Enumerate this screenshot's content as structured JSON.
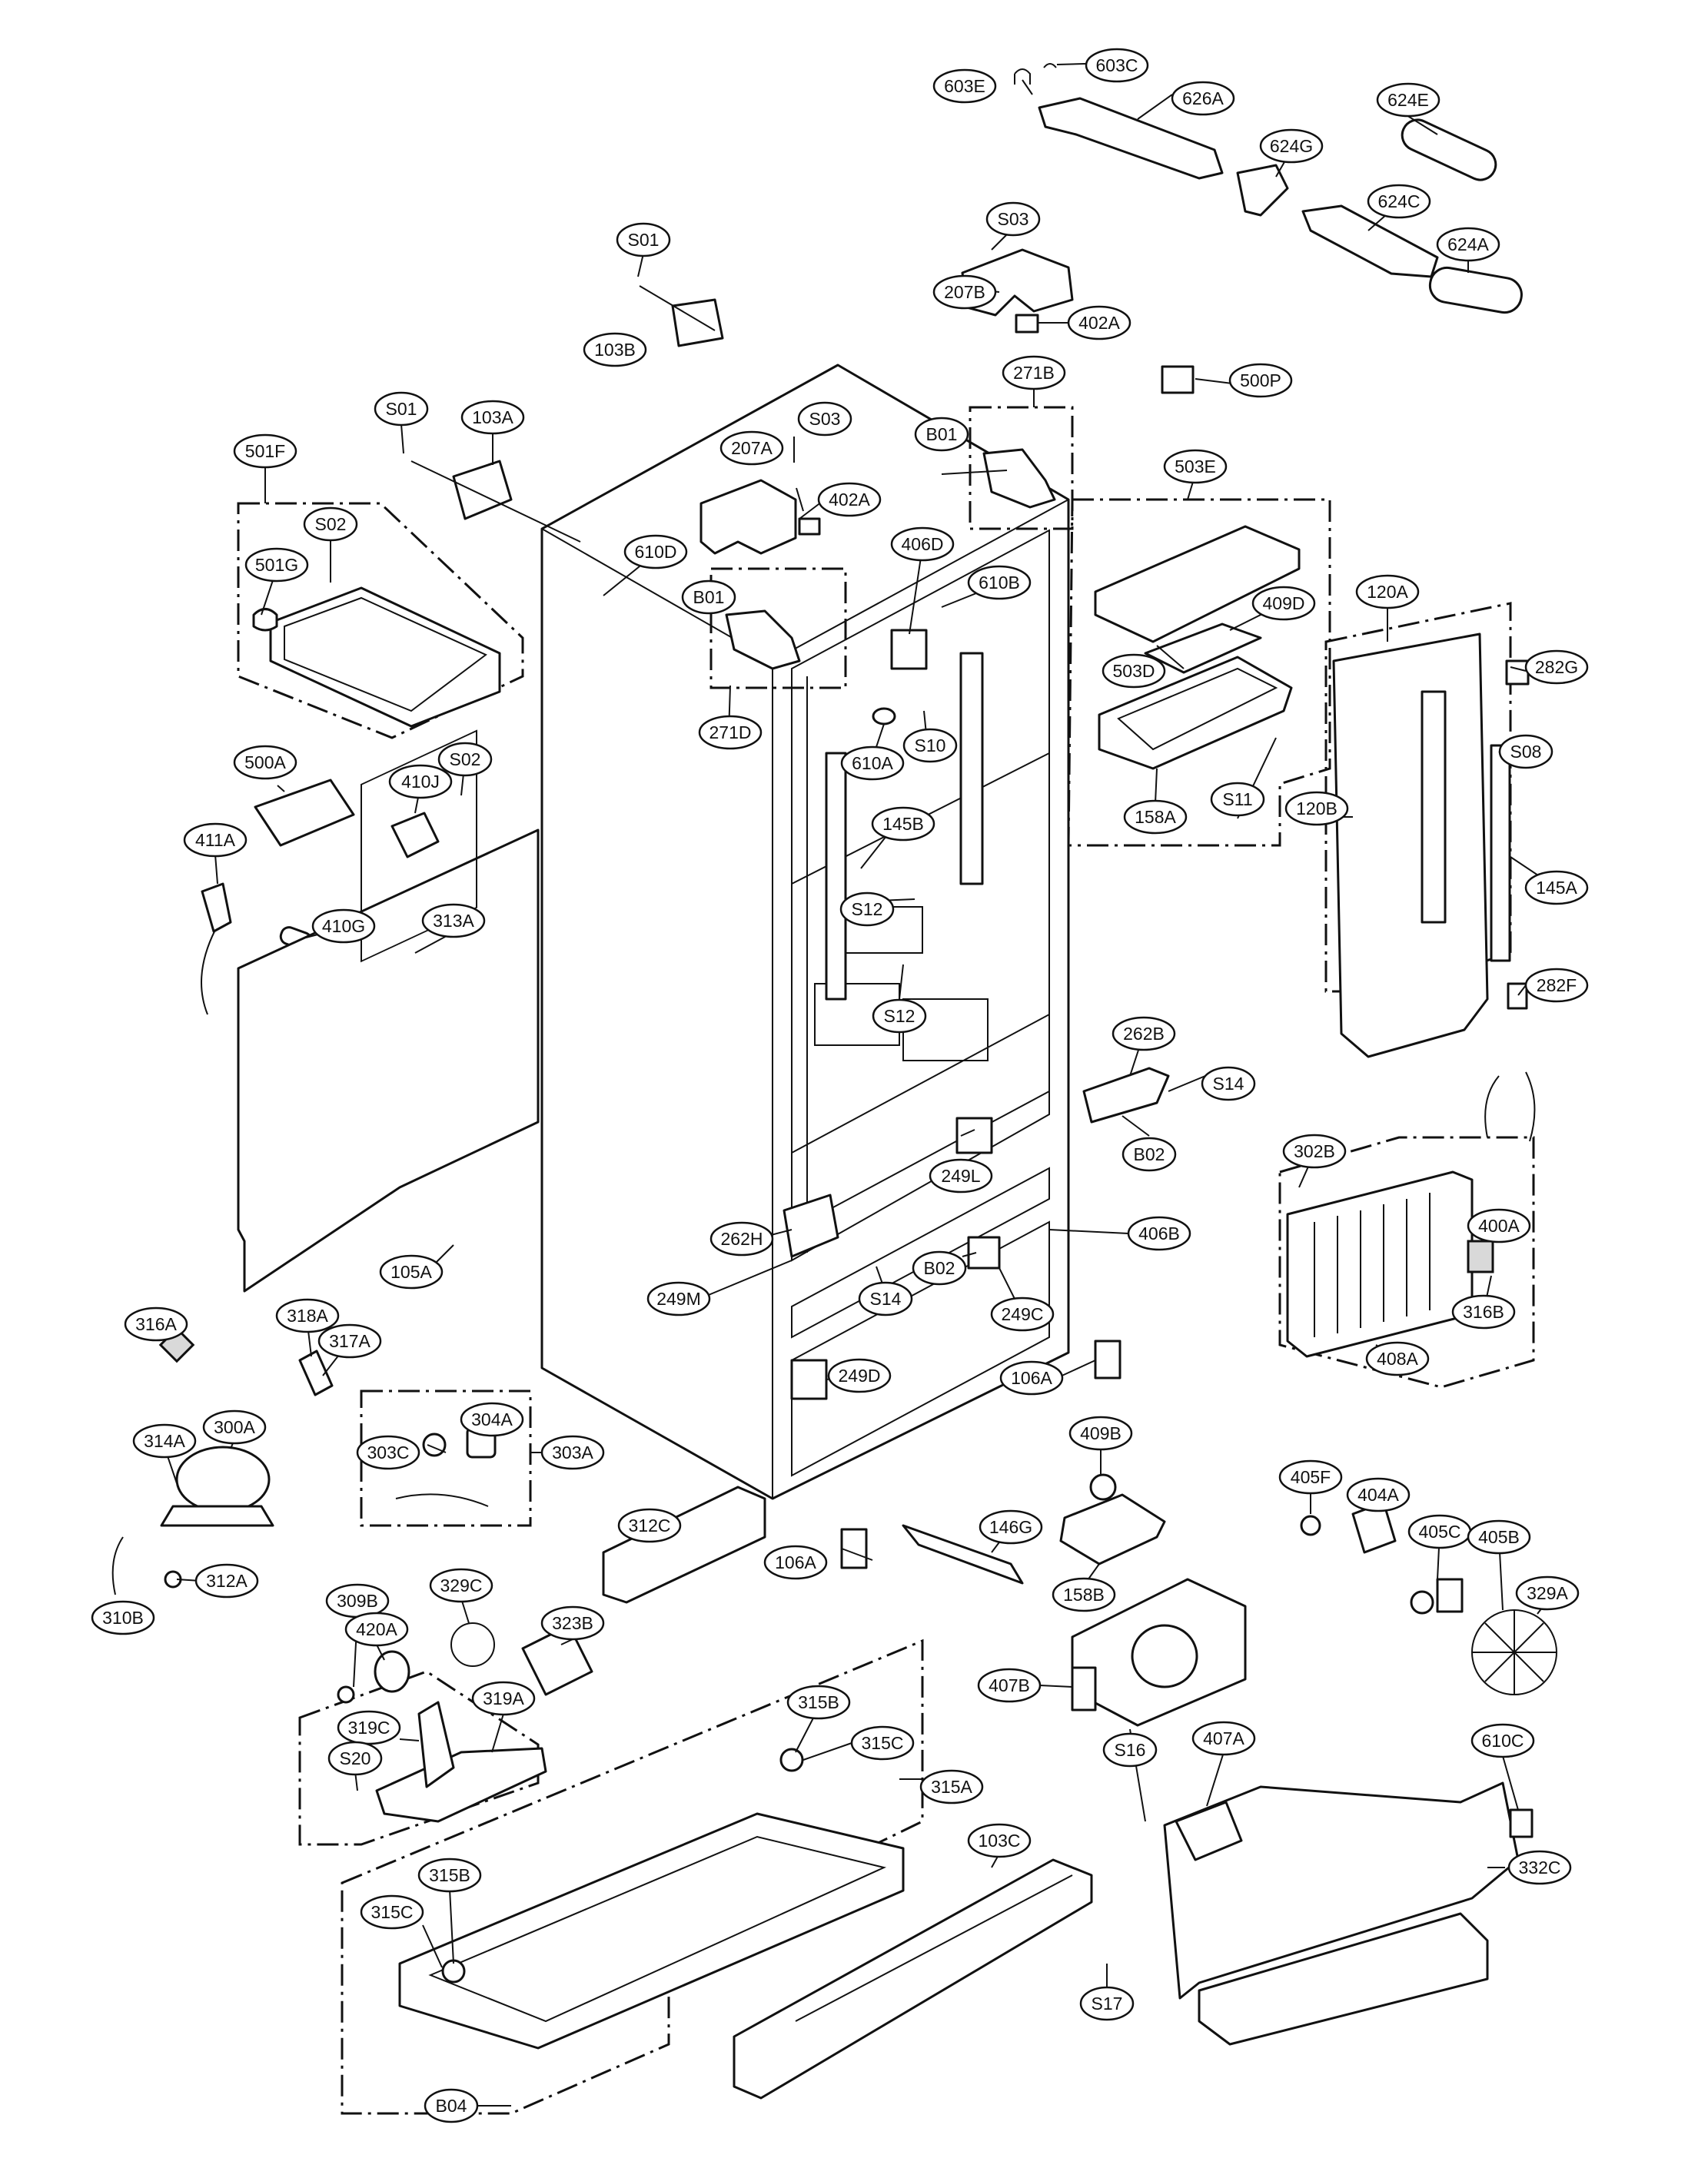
{
  "callouts": [
    {
      "id": "c-603E",
      "label": "603E"
    },
    {
      "id": "c-603C",
      "label": "603C"
    },
    {
      "id": "c-626A",
      "label": "626A"
    },
    {
      "id": "c-624E",
      "label": "624E"
    },
    {
      "id": "c-624G",
      "label": "624G"
    },
    {
      "id": "c-624C",
      "label": "624C"
    },
    {
      "id": "c-624A",
      "label": "624A"
    },
    {
      "id": "c-S03-a",
      "label": "S03"
    },
    {
      "id": "c-207B",
      "label": "207B"
    },
    {
      "id": "c-402A-a",
      "label": "402A"
    },
    {
      "id": "c-S01-a",
      "label": "S01"
    },
    {
      "id": "c-103B",
      "label": "103B"
    },
    {
      "id": "c-500P",
      "label": "500P"
    },
    {
      "id": "c-271B",
      "label": "271B"
    },
    {
      "id": "c-S01-b",
      "label": "S01"
    },
    {
      "id": "c-103A",
      "label": "103A"
    },
    {
      "id": "c-S03-b",
      "label": "S03"
    },
    {
      "id": "c-207A",
      "label": "207A"
    },
    {
      "id": "c-402A-b",
      "label": "402A"
    },
    {
      "id": "c-B01-a",
      "label": "B01"
    },
    {
      "id": "c-503E",
      "label": "503E"
    },
    {
      "id": "c-501F",
      "label": "501F"
    },
    {
      "id": "c-S02-a",
      "label": "S02"
    },
    {
      "id": "c-501G",
      "label": "501G"
    },
    {
      "id": "c-610D",
      "label": "610D"
    },
    {
      "id": "c-406D",
      "label": "406D"
    },
    {
      "id": "c-B01-b",
      "label": "B01"
    },
    {
      "id": "c-610B",
      "label": "610B"
    },
    {
      "id": "c-409D",
      "label": "409D"
    },
    {
      "id": "c-120A",
      "label": "120A"
    },
    {
      "id": "c-503D",
      "label": "503D"
    },
    {
      "id": "c-282G",
      "label": "282G"
    },
    {
      "id": "c-271D",
      "label": "271D"
    },
    {
      "id": "c-610A",
      "label": "610A"
    },
    {
      "id": "c-S10",
      "label": "S10"
    },
    {
      "id": "c-S08",
      "label": "S08"
    },
    {
      "id": "c-500A",
      "label": "500A"
    },
    {
      "id": "c-S02-b",
      "label": "S02"
    },
    {
      "id": "c-410J",
      "label": "410J"
    },
    {
      "id": "c-158A",
      "label": "158A"
    },
    {
      "id": "c-S11",
      "label": "S11"
    },
    {
      "id": "c-120B",
      "label": "120B"
    },
    {
      "id": "c-411A",
      "label": "411A"
    },
    {
      "id": "c-145B",
      "label": "145B"
    },
    {
      "id": "c-145A",
      "label": "145A"
    },
    {
      "id": "c-S12-a",
      "label": "S12"
    },
    {
      "id": "c-410G",
      "label": "410G"
    },
    {
      "id": "c-313A",
      "label": "313A"
    },
    {
      "id": "c-282F",
      "label": "282F"
    },
    {
      "id": "c-S12-b",
      "label": "S12"
    },
    {
      "id": "c-262B",
      "label": "262B"
    },
    {
      "id": "c-S14-a",
      "label": "S14"
    },
    {
      "id": "c-B02-a",
      "label": "B02"
    },
    {
      "id": "c-249L",
      "label": "249L"
    },
    {
      "id": "c-302B",
      "label": "302B"
    },
    {
      "id": "c-262H",
      "label": "262H"
    },
    {
      "id": "c-406B",
      "label": "406B"
    },
    {
      "id": "c-400A",
      "label": "400A"
    },
    {
      "id": "c-105A",
      "label": "105A"
    },
    {
      "id": "c-B02-b",
      "label": "B02"
    },
    {
      "id": "c-249M",
      "label": "249M"
    },
    {
      "id": "c-S14-b",
      "label": "S14"
    },
    {
      "id": "c-249C",
      "label": "249C"
    },
    {
      "id": "c-316B",
      "label": "316B"
    },
    {
      "id": "c-316A",
      "label": "316A"
    },
    {
      "id": "c-318A",
      "label": "318A"
    },
    {
      "id": "c-317A",
      "label": "317A"
    },
    {
      "id": "c-408A",
      "label": "408A"
    },
    {
      "id": "c-249D",
      "label": "249D"
    },
    {
      "id": "c-106A-a",
      "label": "106A"
    },
    {
      "id": "c-304A",
      "label": "304A"
    },
    {
      "id": "c-314A",
      "label": "314A"
    },
    {
      "id": "c-300A",
      "label": "300A"
    },
    {
      "id": "c-303C",
      "label": "303C"
    },
    {
      "id": "c-303A",
      "label": "303A"
    },
    {
      "id": "c-409B",
      "label": "409B"
    },
    {
      "id": "c-405F",
      "label": "405F"
    },
    {
      "id": "c-404A",
      "label": "404A"
    },
    {
      "id": "c-312C",
      "label": "312C"
    },
    {
      "id": "c-146G",
      "label": "146G"
    },
    {
      "id": "c-405C",
      "label": "405C"
    },
    {
      "id": "c-405B",
      "label": "405B"
    },
    {
      "id": "c-106A-b",
      "label": "106A"
    },
    {
      "id": "c-312A",
      "label": "312A"
    },
    {
      "id": "c-310B",
      "label": "310B"
    },
    {
      "id": "c-158B",
      "label": "158B"
    },
    {
      "id": "c-329A",
      "label": "329A"
    },
    {
      "id": "c-309B",
      "label": "309B"
    },
    {
      "id": "c-329C",
      "label": "329C"
    },
    {
      "id": "c-323B",
      "label": "323B"
    },
    {
      "id": "c-420A",
      "label": "420A"
    },
    {
      "id": "c-407B",
      "label": "407B"
    },
    {
      "id": "c-319A",
      "label": "319A"
    },
    {
      "id": "c-315B-a",
      "label": "315B"
    },
    {
      "id": "c-319C",
      "label": "319C"
    },
    {
      "id": "c-315C-a",
      "label": "315C"
    },
    {
      "id": "c-S16",
      "label": "S16"
    },
    {
      "id": "c-407A",
      "label": "407A"
    },
    {
      "id": "c-610C",
      "label": "610C"
    },
    {
      "id": "c-S20",
      "label": "S20"
    },
    {
      "id": "c-315A",
      "label": "315A"
    },
    {
      "id": "c-103C",
      "label": "103C"
    },
    {
      "id": "c-315B-b",
      "label": "315B"
    },
    {
      "id": "c-332C",
      "label": "332C"
    },
    {
      "id": "c-315C-b",
      "label": "315C"
    },
    {
      "id": "c-S17",
      "label": "S17"
    },
    {
      "id": "c-B04",
      "label": "B04"
    }
  ]
}
